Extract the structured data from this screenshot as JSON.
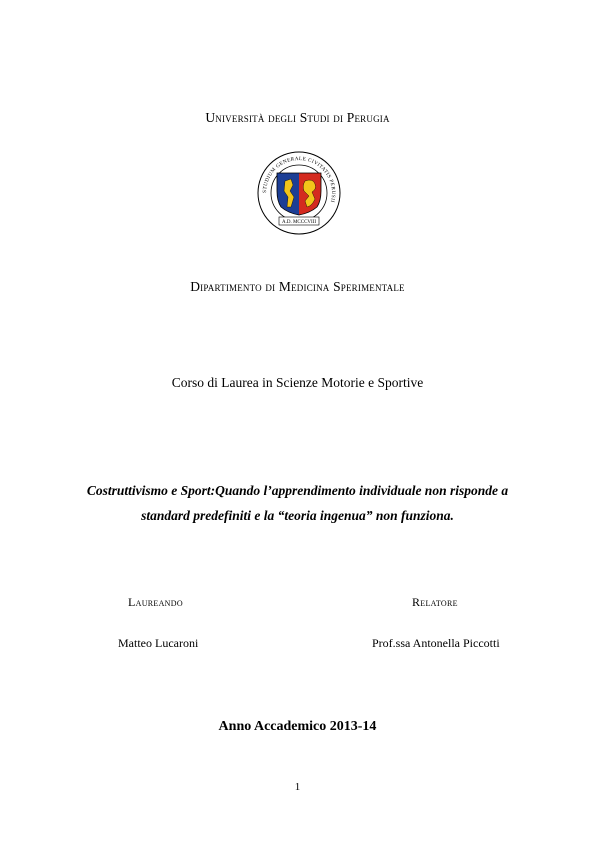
{
  "header": {
    "university": "Università degli Studi di Perugia",
    "department": "Dipartimento di Medicina Sperimentale",
    "course": "Corso di Laurea in Scienze Motorie e Sportive"
  },
  "seal": {
    "ring_text": "STUDIUM GENERALE CIVITATIS PERUSII",
    "date_text": "A.D. MCCCVIII",
    "colors": {
      "blue": "#1c3e95",
      "yellow": "#f2c41a",
      "red": "#d42a1f"
    }
  },
  "thesis": {
    "title_line1": "Costruttivismo e Sport:Quando l’apprendimento individuale non risponde a",
    "title_line2": "standard predefiniti e la “teoria ingenua” non funziona."
  },
  "candidate": {
    "label": "Laureando",
    "name": "Matteo Lucaroni"
  },
  "supervisor": {
    "label": "Relatore",
    "name": "Prof.ssa Antonella Piccotti"
  },
  "academic_year": "Anno Accademico 2013-14",
  "page_number": "1"
}
